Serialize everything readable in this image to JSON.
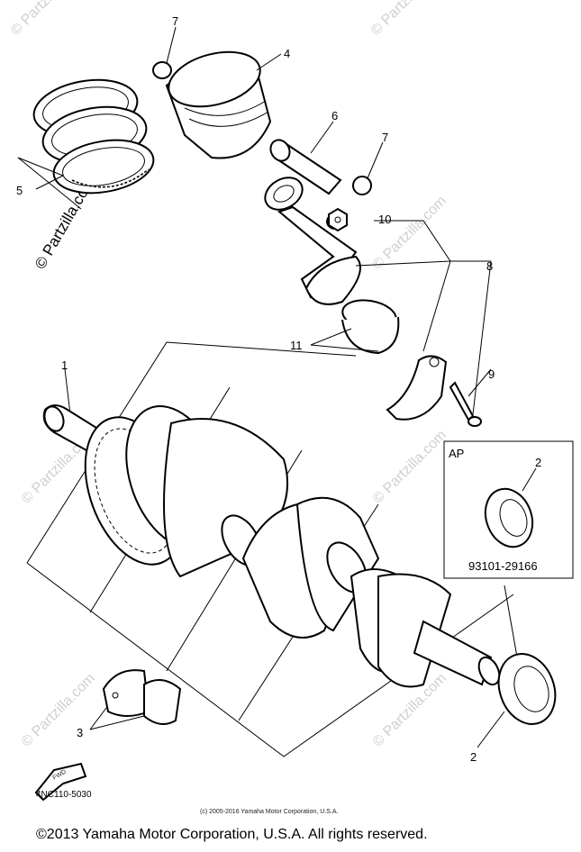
{
  "watermark": "© Partzilla.com",
  "callouts": {
    "c1": "1",
    "c2a": "2",
    "c2b": "2",
    "c3": "3",
    "c4": "4",
    "c5": "5",
    "c6": "6",
    "c7a": "7",
    "c7b": "7",
    "c8": "8",
    "c9": "9",
    "c10": "10",
    "c11": "11"
  },
  "inset": {
    "tag": "AP",
    "part_number": "93101-29166"
  },
  "fwd_label": "FWD",
  "diagram_code": "4NC110-5030",
  "small_copyright": "(c) 2005-2016 Yamaha Motor Corporation, U.S.A.",
  "copyright": "©2013 Yamaha Motor Corporation, U.S.A. All rights reserved."
}
